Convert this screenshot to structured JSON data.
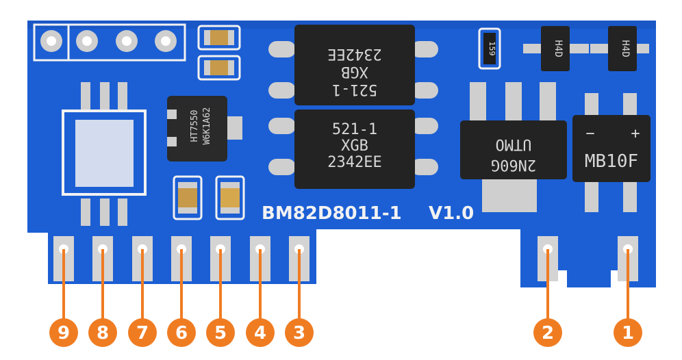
{
  "board": {
    "model_text": "BM82D8011-1",
    "version_text": "V1.0",
    "colors": {
      "pcb": "#1c5fd4",
      "pcb_dark": "#1550b8",
      "silkscreen": "#f2f2f2",
      "pad": "#d9d9d9",
      "ic_body": "#222222",
      "orange_marker": "#f07c22"
    }
  },
  "components": {
    "optocoupler_top": {
      "lines": [
        "521-1",
        "XGB",
        "2342EE"
      ]
    },
    "optocoupler_bottom": {
      "lines": [
        "521-1",
        "XGB",
        "2342EE"
      ]
    },
    "regulator": {
      "lines": [
        "HT7550",
        "W6K1A62"
      ]
    },
    "triac": {
      "lines": [
        "2N60G",
        "UTMO"
      ]
    },
    "bridge_rectifier": {
      "label": "MB10F",
      "minus": "−",
      "plus": "+"
    },
    "diode_left": {
      "label": "H4D"
    },
    "diode_right": {
      "label": "H4D"
    },
    "resistor": {
      "label": "159"
    }
  },
  "pins": [
    {
      "label": "9"
    },
    {
      "label": "8"
    },
    {
      "label": "7"
    },
    {
      "label": "6"
    },
    {
      "label": "5"
    },
    {
      "label": "4"
    },
    {
      "label": "3"
    },
    {
      "label": "2"
    },
    {
      "label": "1"
    }
  ]
}
